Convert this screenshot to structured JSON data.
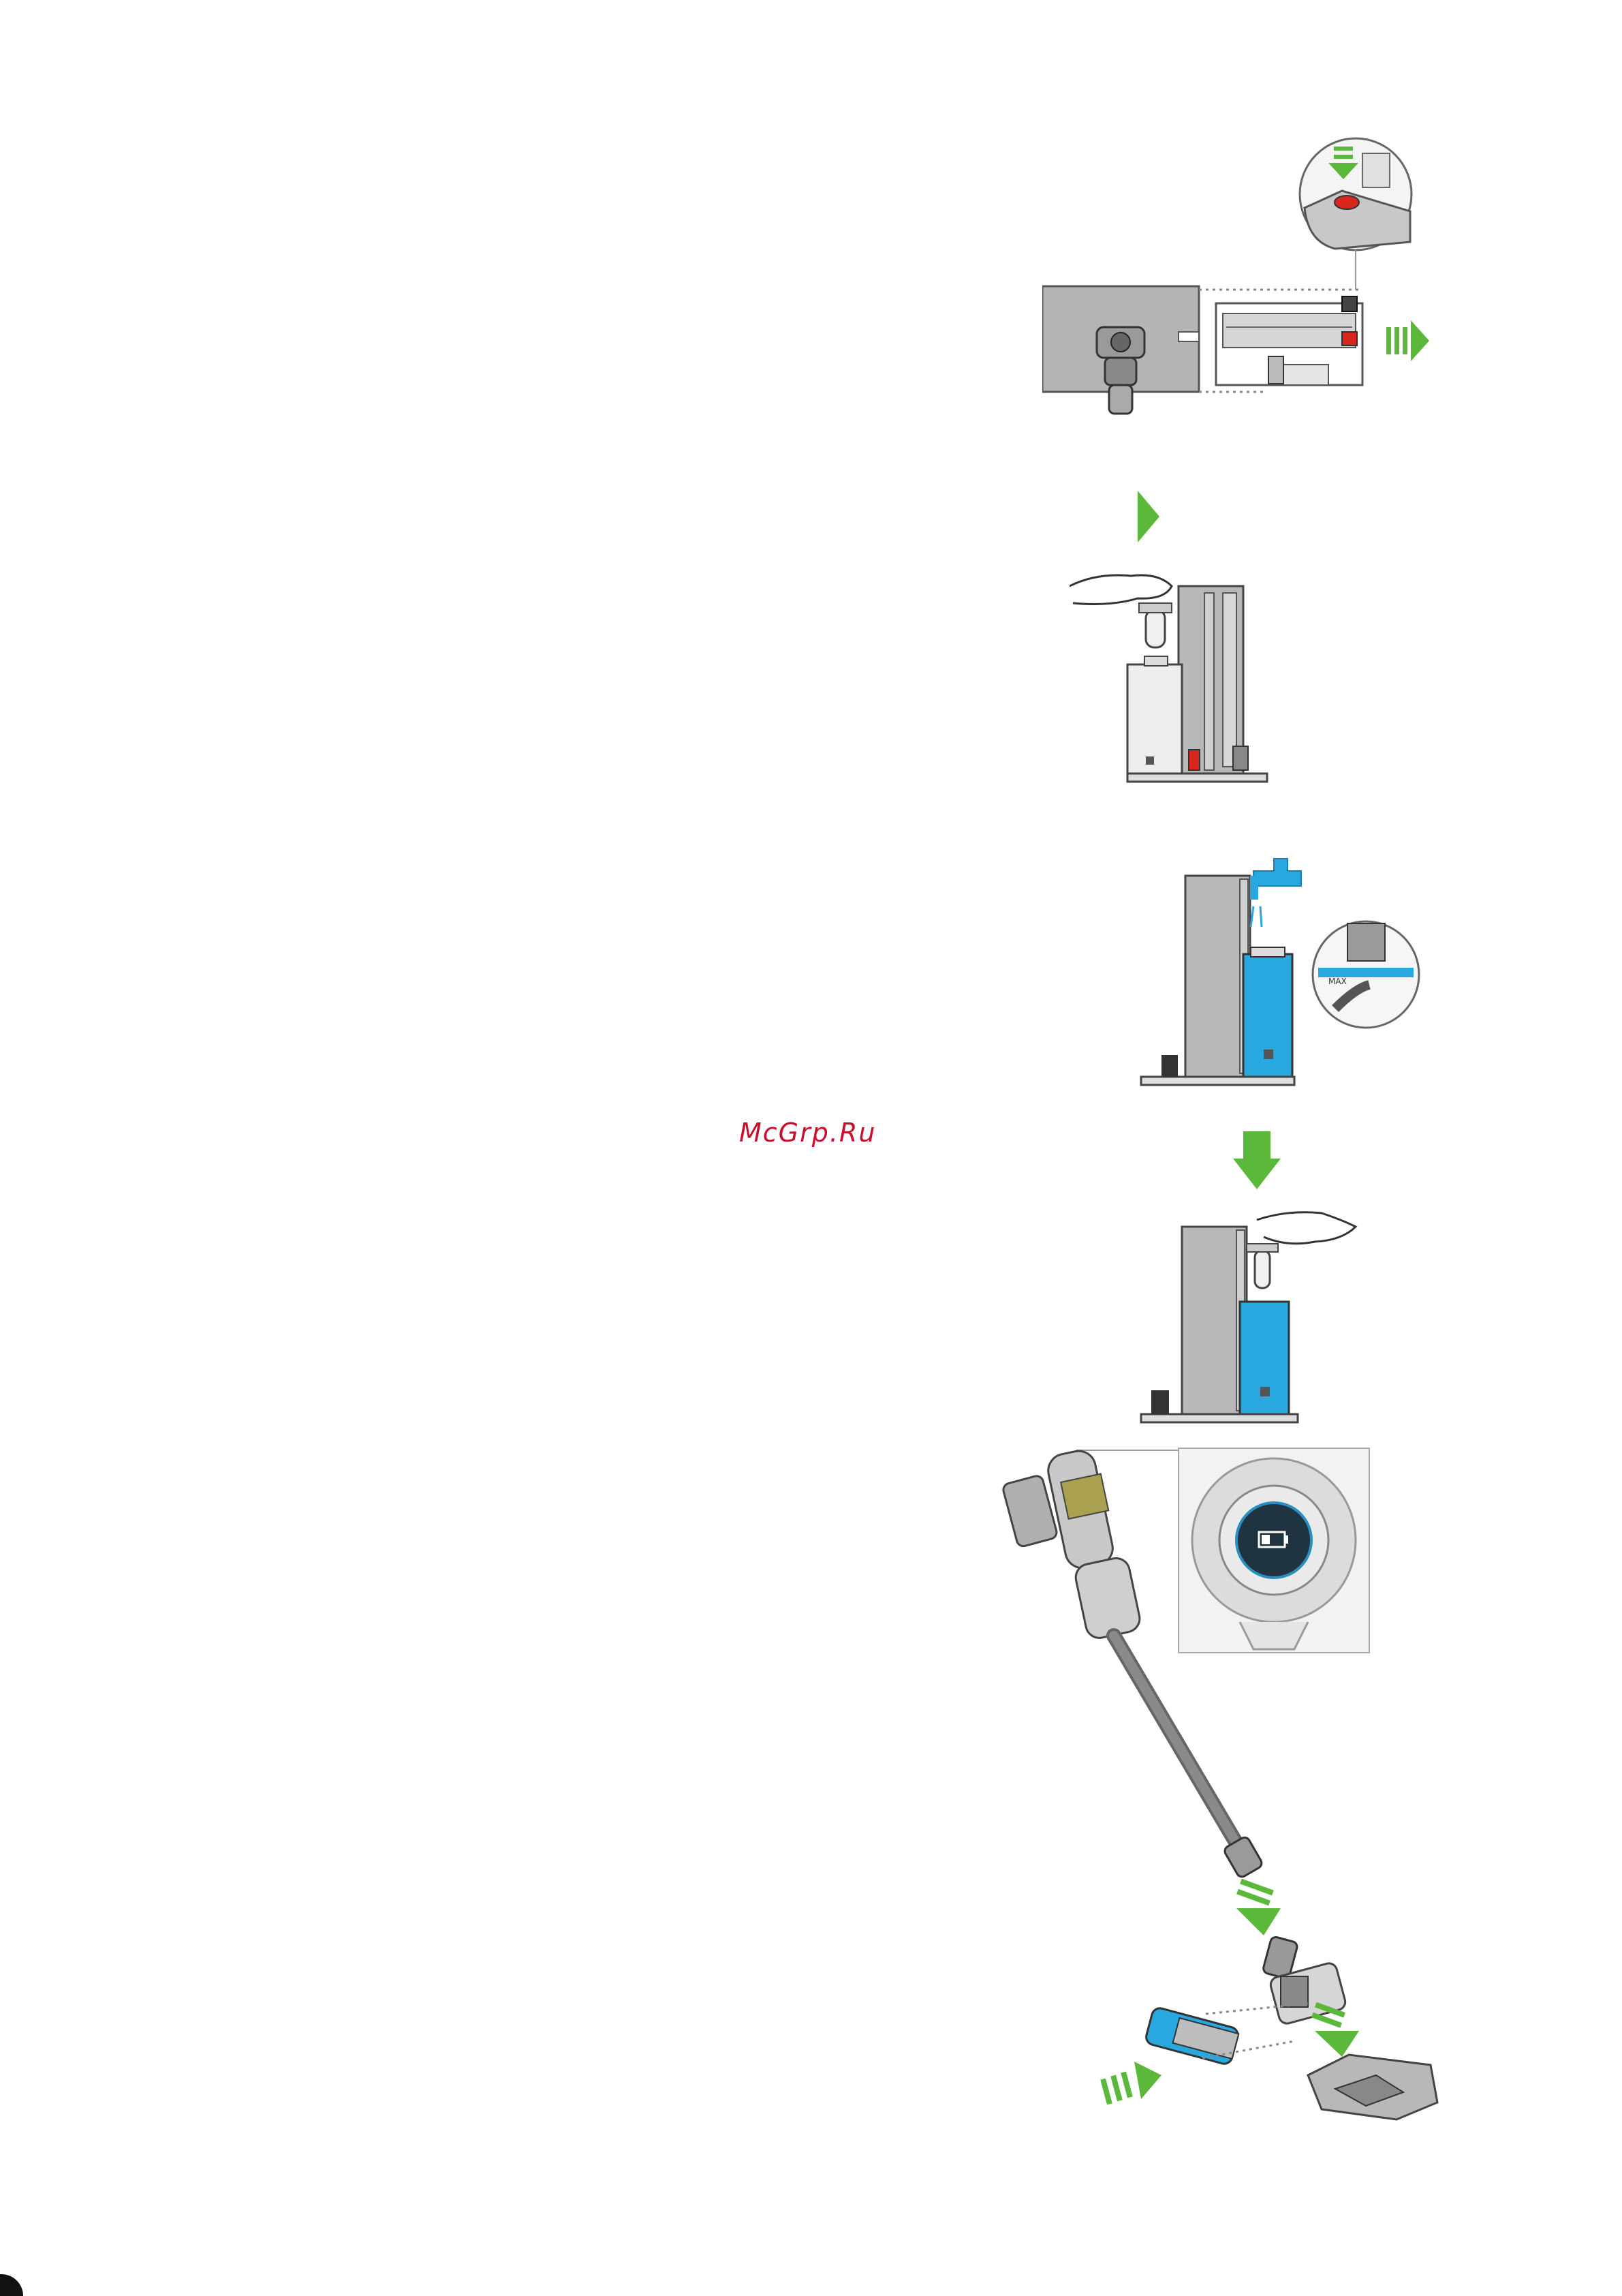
{
  "page": {
    "watermark": "McGrp.Ru",
    "colors": {
      "accent_green": "#5cb83a",
      "water_blue": "#29a8df",
      "warning_red": "#d7261e",
      "grey": "#a8a8a8",
      "dark_grey": "#5a5a5a"
    }
  },
  "illustrations": [
    {
      "name": "filter-removal-figure",
      "icon": "arrow-right-icon"
    },
    {
      "name": "lift-filter-figure",
      "icon": "arrow-up-icon"
    },
    {
      "name": "fill-tank-figure",
      "icon": "tap-icon",
      "max_label": "MAX"
    },
    {
      "name": "insert-filter-figure",
      "icon": "arrow-down-icon"
    },
    {
      "name": "assemble-vacuum-figure",
      "icon": "battery-icon"
    }
  ]
}
